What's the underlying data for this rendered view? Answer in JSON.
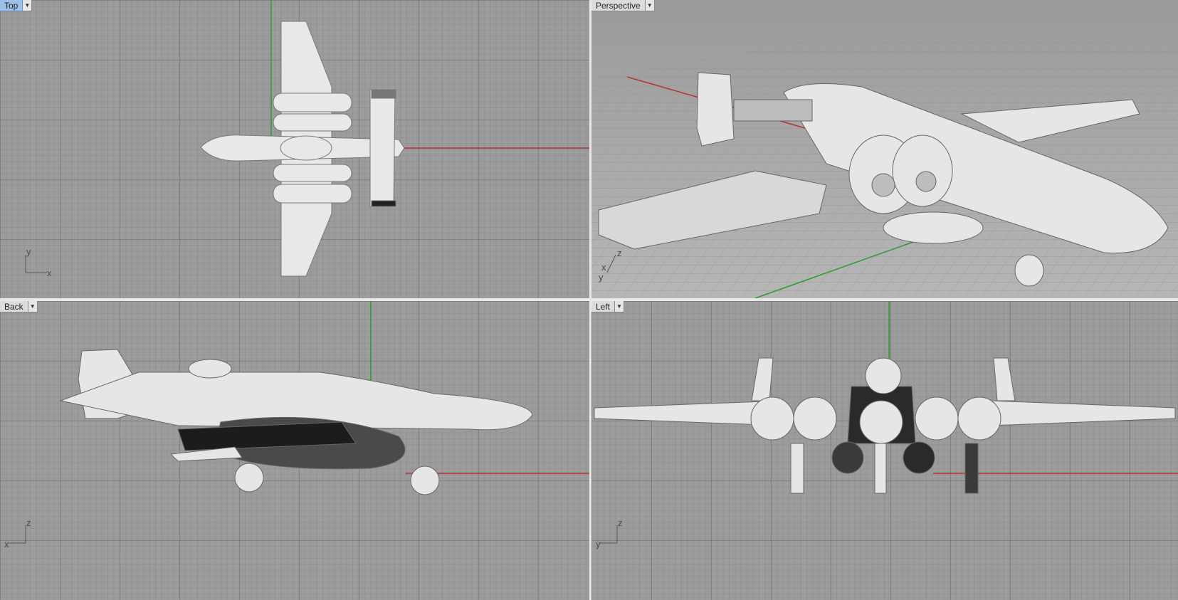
{
  "viewports": {
    "top": {
      "title": "Top",
      "axis_h": "x",
      "axis_v": "y",
      "active": true
    },
    "perspective": {
      "title": "Perspective",
      "axis_h": "y",
      "axis_v": "z",
      "axis_x": "x"
    },
    "back": {
      "title": "Back",
      "axis_h": "x",
      "axis_v": "z"
    },
    "left": {
      "title": "Left",
      "axis_h": "y",
      "axis_v": "z"
    }
  },
  "icons": {
    "dropdown": "chevron-down-icon"
  },
  "colors": {
    "x_axis": "#b83232",
    "y_axis": "#2e9a2e",
    "model": "#e6e6e6",
    "active_title": "#9fc0e6"
  }
}
